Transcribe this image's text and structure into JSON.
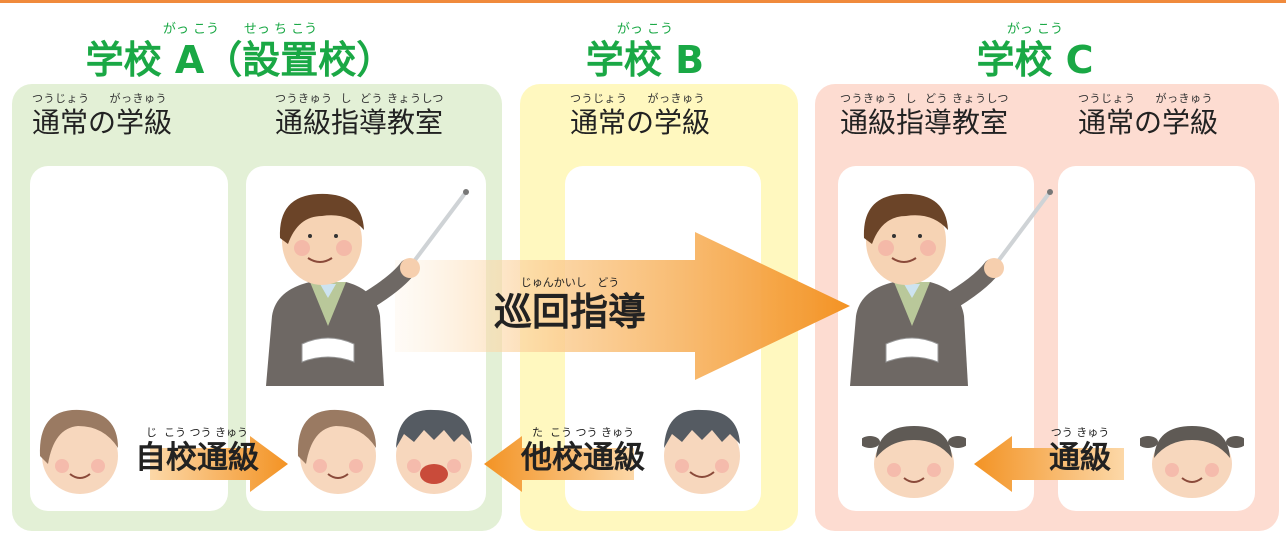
{
  "schools": [
    {
      "ruby": "がっ こう      せっ ち こう",
      "name": "学校 A（設置校）"
    },
    {
      "ruby": "がっ こう",
      "name": "学校 B"
    },
    {
      "ruby": "がっ こう",
      "name": "学校 C"
    }
  ],
  "classes": {
    "a_regular": {
      "ruby": "つうじょう     がっきゅう",
      "name": "通常の学級"
    },
    "a_resource": {
      "ruby": "つうきゅう  し  どう きょうしつ",
      "name": "通級指導教室"
    },
    "b_regular": {
      "ruby": "つうじょう     がっきゅう",
      "name": "通常の学級"
    },
    "c_resource": {
      "ruby": "つうきゅう  し  どう きょうしつ",
      "name": "通級指導教室"
    },
    "c_regular": {
      "ruby": "つうじょう     がっきゅう",
      "name": "通常の学級"
    }
  },
  "arrows": {
    "itinerant": {
      "ruby": "じゅんかいし   どう",
      "label": "巡回指導"
    },
    "own_school": {
      "ruby": "じ  こう つう きゅう",
      "label": "自校通級"
    },
    "other_school": {
      "ruby": "た  こう つう きゅう",
      "label": "他校通級"
    },
    "tsukyu": {
      "ruby": "つう きゅう",
      "label": "通級"
    }
  },
  "colors": {
    "title_green": "#1aa845",
    "panel_a": "#e3f0d6",
    "panel_b": "#fff8bf",
    "panel_c": "#fddcd1",
    "arrow_orange": "#f39324"
  }
}
